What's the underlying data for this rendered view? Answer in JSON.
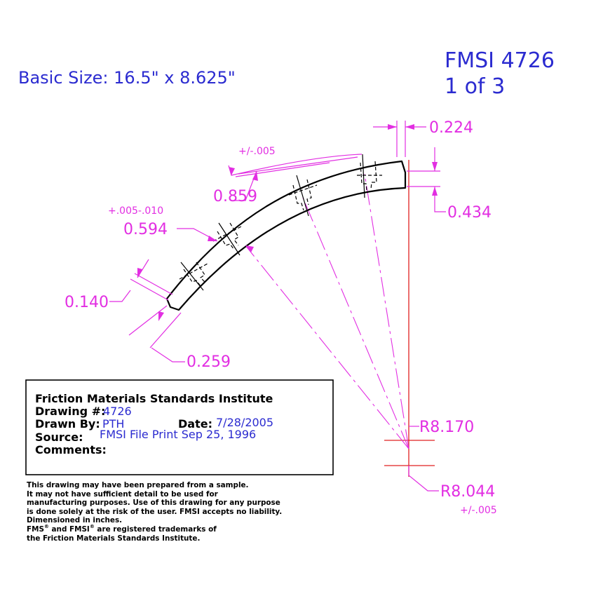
{
  "header": {
    "basic_size": "Basic Size: 16.5\" x 8.625\"",
    "fmsi_number": "FMSI 4726",
    "sheet": "1 of 3"
  },
  "dimensions": {
    "top_gap": "0.224",
    "end_height": "0.434",
    "tolerance_top": "+/-.005",
    "height_mid": "0.859",
    "tolerance_slot": "+.005-.010",
    "slot_width": "0.594",
    "chamfer_left": "0.140",
    "end_width": "0.259",
    "radius_outer": "R8.170",
    "radius_inner": "R8.044",
    "tolerance_radius": "+/-.005"
  },
  "title_block": {
    "org_label": "Friction Materials Standards Institute",
    "drawing_label": "Drawing #:",
    "drawing_value": "4726",
    "drawn_by_label": "Drawn By:",
    "drawn_by_value": "PTH",
    "date_label": "Date:",
    "date_value": "7/28/2005",
    "source_label": "Source:",
    "source_value": "FMSI File Print Sep 25, 1996",
    "comments_label": "Comments:"
  },
  "disclaimer": {
    "line1": "This drawing may have been prepared from a sample.",
    "line2": "It may not have sufficient detail to be used for",
    "line3": "manufacturing purposes.  Use of this drawing for any purpose",
    "line4": "is done solely at the risk of the user. FMSI accepts no liability.",
    "line5": "Dimensioned in inches.",
    "tm_fms": "FMS",
    "tm_reg": "®",
    "tm_and": " and ",
    "tm_fmsi": "FMSI",
    "tm_rest": " are registered trademarks of",
    "line7": "the Friction Materials Standards Institute."
  },
  "colors": {
    "outline": "#000000",
    "dimension": "#e22ee2",
    "centerline": "#e02020",
    "text_blue": "#2b2bd0"
  }
}
